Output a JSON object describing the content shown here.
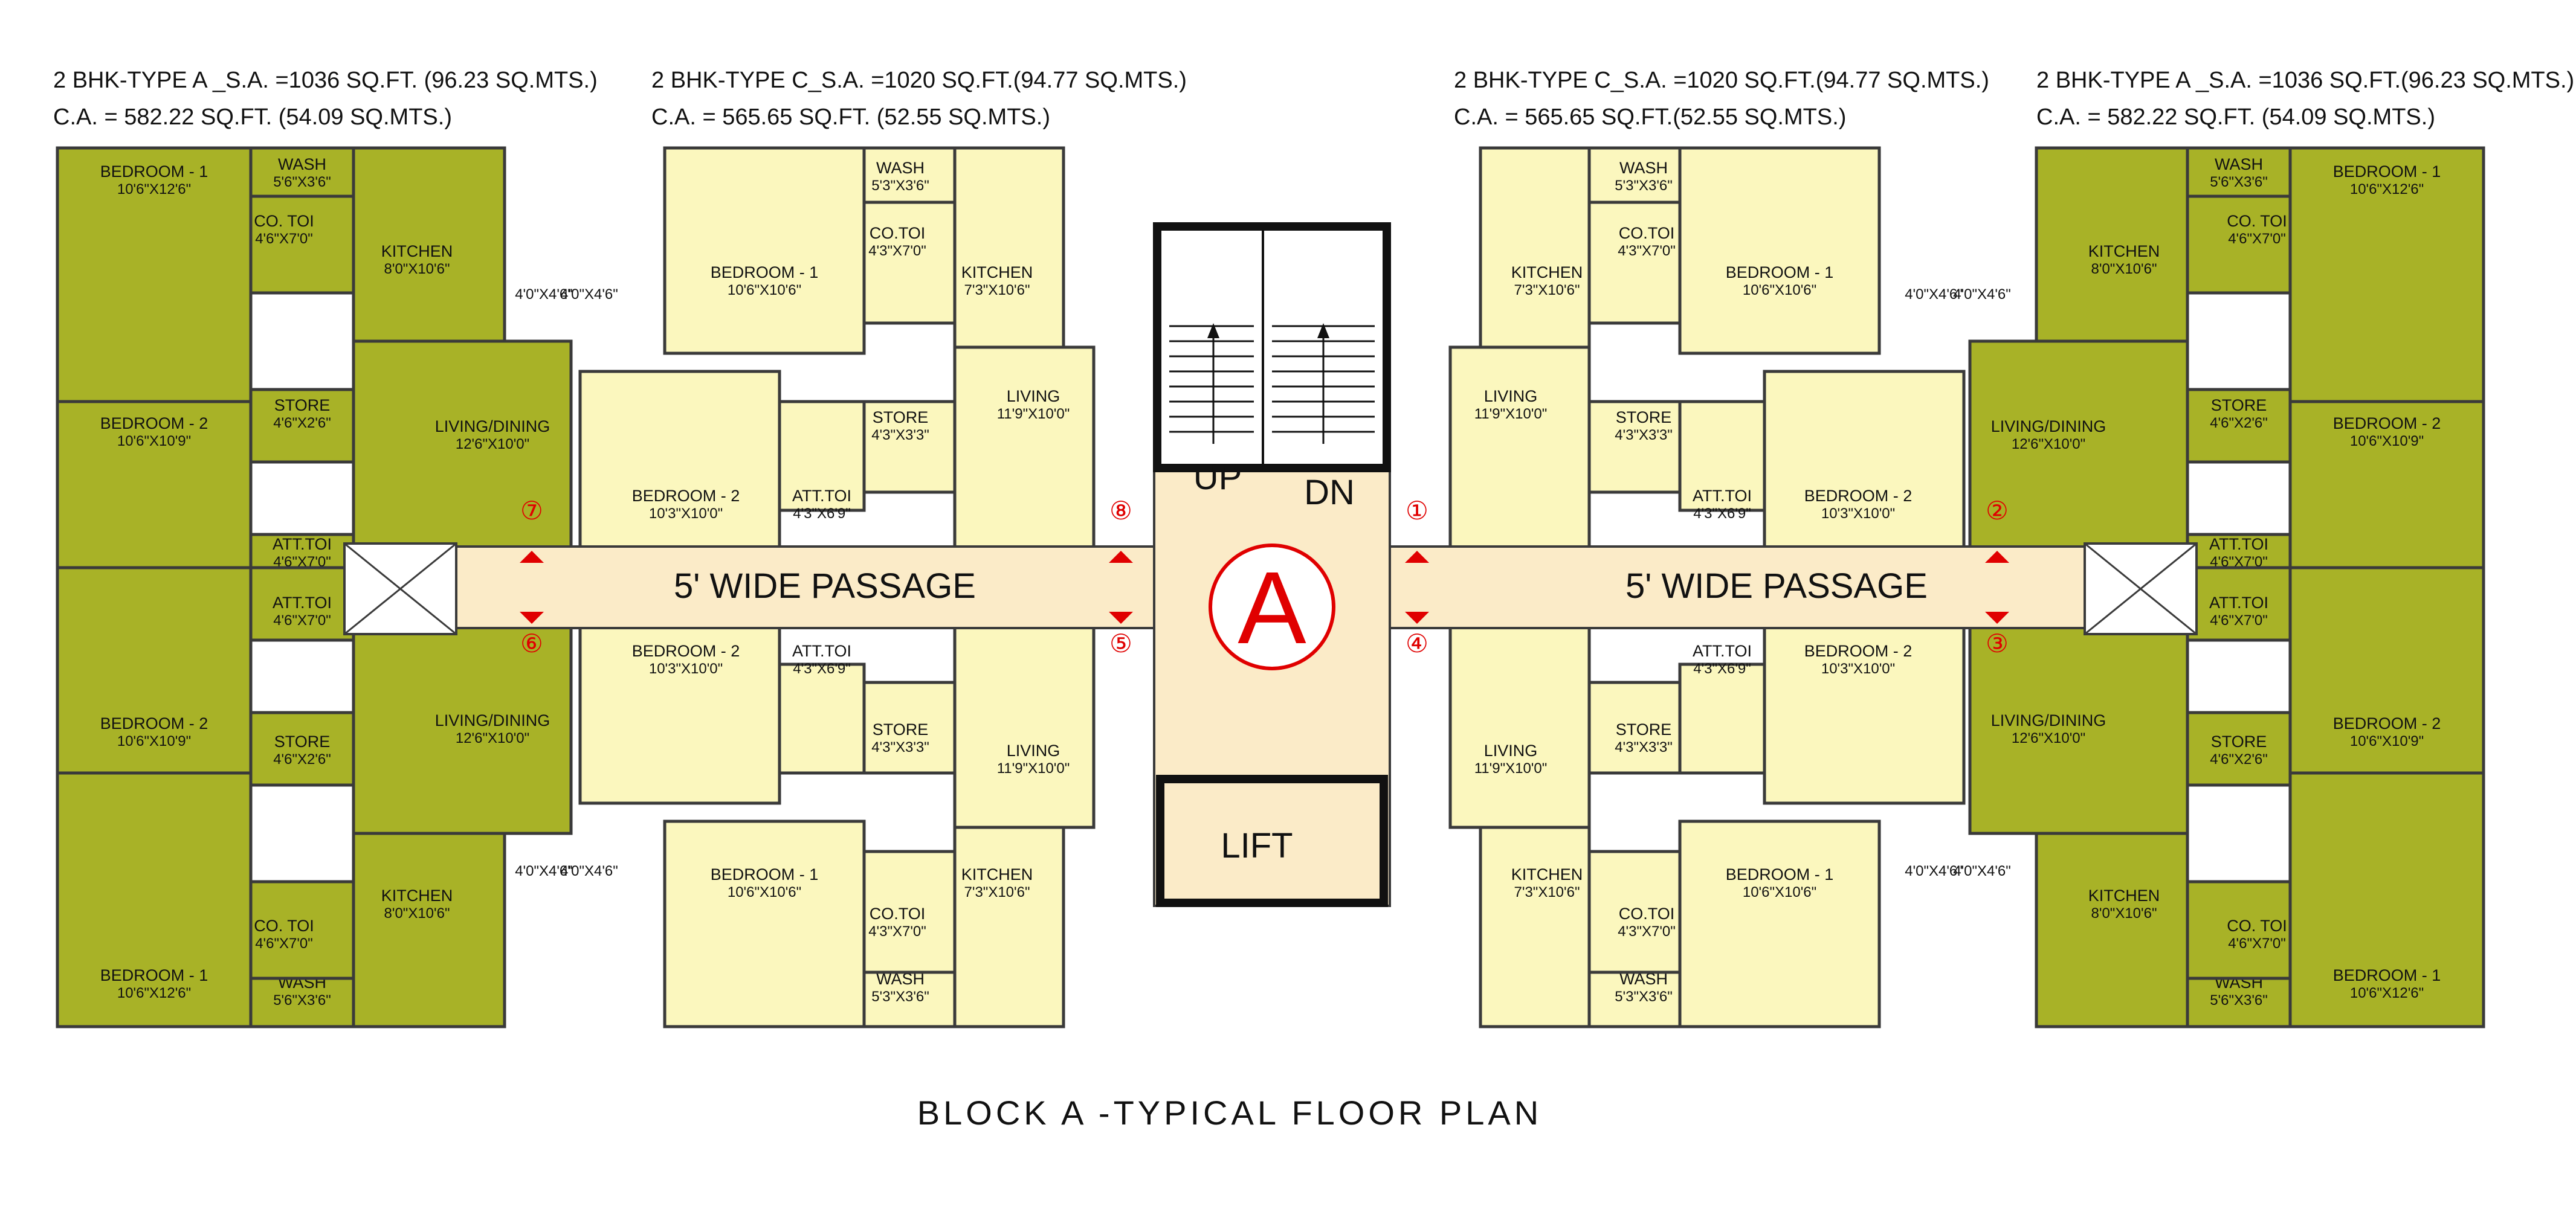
{
  "headers": [
    {
      "line1": "2 BHK-TYPE  A _S.A. =1036 SQ.FT. (96.23 SQ.MTS.)",
      "line2": "C.A. = 582.22 SQ.FT. (54.09 SQ.MTS.)"
    },
    {
      "line1": "2 BHK-TYPE  C_S.A. =1020 SQ.FT.(94.77 SQ.MTS.)",
      "line2": "C.A. = 565.65 SQ.FT. (52.55 SQ.MTS.)"
    },
    {
      "line1": "2 BHK-TYPE  C_S.A. =1020 SQ.FT.(94.77 SQ.MTS.)",
      "line2": "C.A. = 565.65 SQ.FT.(52.55 SQ.MTS.)"
    },
    {
      "line1": "2 BHK-TYPE  A _S.A. =1036 SQ.FT.(96.23 SQ.MTS.)",
      "line2": "C.A. = 582.22 SQ.FT. (54.09 SQ.MTS.)"
    }
  ],
  "passage": "5' WIDE PASSAGE",
  "block": "A",
  "stairs": {
    "up": "UP",
    "dn": "DN"
  },
  "lift": "LIFT",
  "title": "BLOCK A -TYPICAL FLOOR PLAN",
  "flats": [
    {
      "no": "⑦"
    },
    {
      "no": "⑧"
    },
    {
      "no": "①"
    },
    {
      "no": "②"
    },
    {
      "no": "⑥"
    },
    {
      "no": "⑤"
    },
    {
      "no": "④"
    },
    {
      "no": "③"
    }
  ],
  "typeA": {
    "bed1": "BEDROOM - 1",
    "bed1_dim": "10'6\"X12'6\"",
    "wash": "WASH",
    "wash_dim": "5'6\"X3'6\"",
    "cotoi": "CO. TOI",
    "cotoi_dim": "4'6\"X7'0\"",
    "kitchen": "KITCHEN",
    "kitchen_dim": "8'0\"X10'6\"",
    "balcony_dim": "4'0\"X4'6\"",
    "store": "STORE",
    "store_dim": "4'6\"X2'6\"",
    "bed2": "BEDROOM - 2",
    "bed2_dim": "10'6\"X10'9\"",
    "living": "LIVING/DINING",
    "living_dim": "12'6\"X10'0\"",
    "atttoi": "ATT.TOI",
    "atttoi_dim": "4'6\"X7'0\""
  },
  "typeC": {
    "bed1": "BEDROOM - 1",
    "bed1_dim": "10'6\"X10'6\"",
    "wash": "WASH",
    "wash_dim": "5'3\"X3'6\"",
    "cotoi": "CO.TOI",
    "cotoi_dim": "4'3\"X7'0\"",
    "kitchen": "KITCHEN",
    "kitchen_dim": "7'3\"X10'6\"",
    "balcony_dim": "4'0\"X4'6\"",
    "living": "LIVING",
    "living_dim": "11'9\"X10'0\"",
    "store": "STORE",
    "store_dim": "4'3\"X3'3\"",
    "bed2": "BEDROOM - 2",
    "bed2_dim": "10'3\"X10'0\"",
    "atttoi": "ATT.TOI",
    "atttoi_dim": "4'3\"X6'9\""
  },
  "colors": {
    "typeA": "#a8b227",
    "typeC": "#fbf7be",
    "passage": "#fbebc8",
    "wall": "#3a3a3a",
    "marker": "#e00000"
  }
}
